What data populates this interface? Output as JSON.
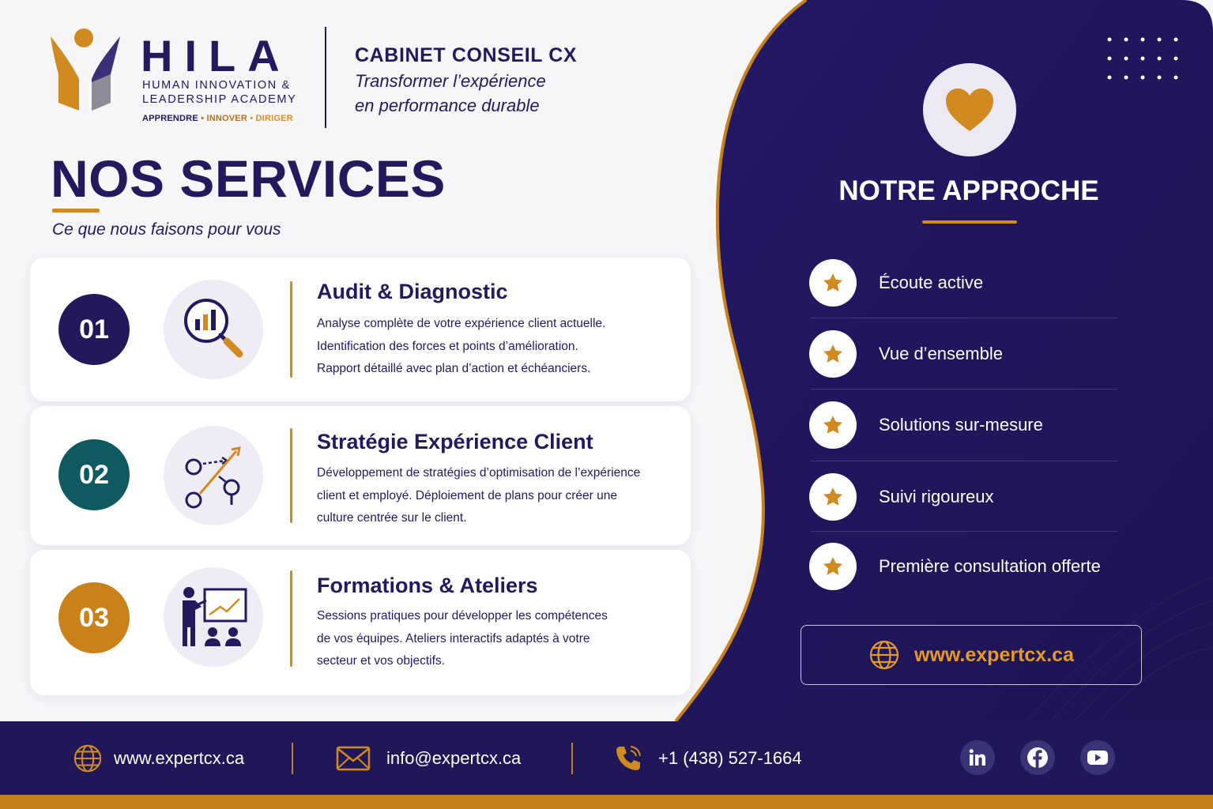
{
  "brand": {
    "name": "HILA",
    "subtitle_line1": "HUMAN INNOVATION &",
    "subtitle_line2": "LEADERSHIP ACADEMY",
    "tagline_part1": "APPRENDRE",
    "tagline_sep": " • ",
    "tagline_part2": "INNOVER",
    "tagline_part3": "DIRIGER",
    "logo_icon": "hila-logo-icon"
  },
  "header": {
    "cabinet_title": "CABINET CONSEIL CX",
    "cabinet_line1": "Transformer l’expérience",
    "cabinet_line2": "en performance durable"
  },
  "services": {
    "title": "NOS SERVICES",
    "subtitle": "Ce que nous faisons pour vous",
    "items": [
      {
        "number": "01",
        "title": "Audit & Diagnostic",
        "lines": [
          "Analyse complète de votre expérience client actuelle.",
          "Identification des forces et points d’amélioration.",
          "Rapport détaillé avec plan d’action et échéanciers."
        ],
        "badge_color": "#22185a",
        "icon": "magnifier-chart-icon"
      },
      {
        "number": "02",
        "title": "Stratégie Expérience Client",
        "lines": [
          "Développement de stratégies d’optimisation de l’expérience",
          "client et employé. Déploiement de plans pour créer une",
          "culture centrée sur le client."
        ],
        "badge_color": "#0e5a60",
        "icon": "strategy-arrows-icon"
      },
      {
        "number": "03",
        "title": "Formations & Ateliers",
        "lines": [
          "Sessions pratiques pour développer les compétences",
          "de vos équipes. Ateliers interactifs adaptés à votre",
          "secteur et vos objectifs."
        ],
        "badge_color": "#c98219",
        "icon": "presentation-icon"
      }
    ]
  },
  "approach": {
    "title": "NOTRE APPROCHE",
    "icon": "heart-icon",
    "items": [
      "Écoute active",
      "Vue d’ensemble",
      "Solutions sur-mesure",
      "Suivi rigoureux",
      "Première consultation offerte"
    ],
    "website": "www.expertcx.ca"
  },
  "footer": {
    "website": "www.expertcx.ca",
    "email": "info@expertcx.ca",
    "phone": "+1 (438) 527-1664",
    "socials": [
      "linkedin-icon",
      "facebook-icon",
      "youtube-icon"
    ]
  },
  "colors": {
    "navy": "#231a5e",
    "panel": "#22175e",
    "gold": "#d18a20",
    "teal": "#0e5a60",
    "ochre": "#c98219"
  }
}
